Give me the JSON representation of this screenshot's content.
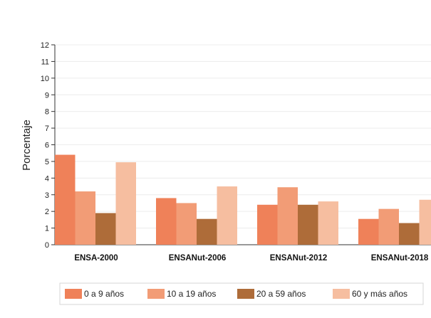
{
  "chart_data": {
    "type": "bar",
    "title": "",
    "xlabel": "",
    "ylabel": "Porcentaje",
    "ylim": [
      0,
      12
    ],
    "yticks": [
      0,
      1,
      2,
      3,
      4,
      5,
      6,
      7,
      8,
      9,
      10,
      11,
      12
    ],
    "grid": true,
    "legend_position": "bottom",
    "categories": [
      "ENSA-2000",
      "ENSANut-2006",
      "ENSANut-2012",
      "ENSANut-2018"
    ],
    "series": [
      {
        "name": "0 a 9 años",
        "color": "#EF8159",
        "values": [
          5.4,
          2.8,
          2.4,
          1.55
        ]
      },
      {
        "name": "10 a 19 años",
        "color": "#F29C76",
        "values": [
          3.2,
          2.5,
          3.45,
          2.15
        ]
      },
      {
        "name": "20 a 59 años",
        "color": "#AE6C39",
        "values": [
          1.9,
          1.55,
          2.4,
          1.3
        ]
      },
      {
        "name": "60 y más años",
        "color": "#F6BEA0",
        "values": [
          4.95,
          3.5,
          2.6,
          2.7
        ]
      }
    ]
  }
}
